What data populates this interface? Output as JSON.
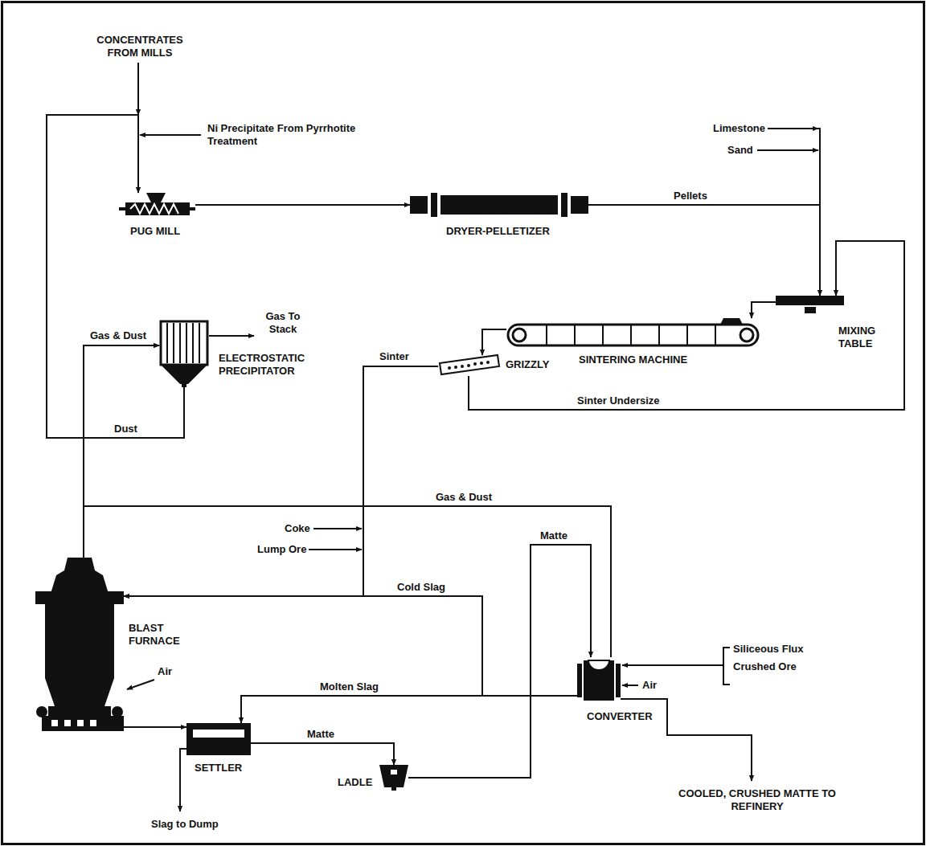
{
  "diagram": {
    "nodes": [
      {
        "text": [
          "PUG MILL"
        ]
      },
      {
        "text": [
          "DRYER-PELLETIZER"
        ]
      },
      {
        "text": [
          "MIXING TABLE"
        ]
      },
      {
        "text": [
          "SINTERING MACHINE"
        ]
      },
      {
        "text": [
          "GRIZZLY"
        ]
      },
      {
        "text": [
          "ELECTROSTATIC PRECIPITATOR"
        ]
      },
      {
        "text": [
          "BLAST FURNACE"
        ]
      },
      {
        "text": [
          "SETTLER"
        ]
      },
      {
        "text": [
          "LADLE"
        ]
      },
      {
        "text": [
          "CONVERTER"
        ]
      }
    ],
    "edges": [
      {
        "from": 0,
        "to": 1,
        "arrow": "to"
      },
      {
        "from": 1,
        "to": 2,
        "label": "Pellets",
        "arrow": "to"
      },
      {
        "from": 2,
        "to": 3,
        "arrow": "to"
      },
      {
        "from": 3,
        "to": 4,
        "arrow": "to"
      },
      {
        "from": 4,
        "to": 2,
        "label": "Sinter Undersize",
        "arrow": "to"
      },
      {
        "from": 4,
        "to": 6,
        "label": "Sinter",
        "arrow": "to"
      },
      {
        "from": 6,
        "to": 5,
        "label": "Gas & Dust",
        "arrow": "to"
      },
      {
        "from": 9,
        "to": 5,
        "label": "Gas & Dust",
        "arrow": "to"
      },
      {
        "from": 5,
        "to": 0,
        "label": "Dust",
        "arrow": "to"
      },
      {
        "from": 6,
        "to": 7,
        "arrow": "to"
      },
      {
        "from": 7,
        "to": 8,
        "label": "Matte",
        "arrow": "to"
      },
      {
        "from": 8,
        "to": 9,
        "label": "Matte",
        "arrow": "to"
      },
      {
        "from": 9,
        "to": 7,
        "label": "Molten Slag",
        "arrow": "to"
      },
      {
        "from": 9,
        "to": 6,
        "label": "Cold Slag",
        "arrow": "to"
      }
    ],
    "labels": [
      "CONCENTRATES FROM MILLS",
      "Ni Precipitate From Pyrrhotite Treatment",
      "Limestone",
      "Sand",
      "Gas To Stack",
      "Coke",
      "Lump Ore",
      "Siliceous Flux",
      "Crushed Ore",
      "Air",
      "Air",
      "Slag to Dump",
      "COOLED, CRUSHED MATTE TO REFINERY"
    ]
  }
}
